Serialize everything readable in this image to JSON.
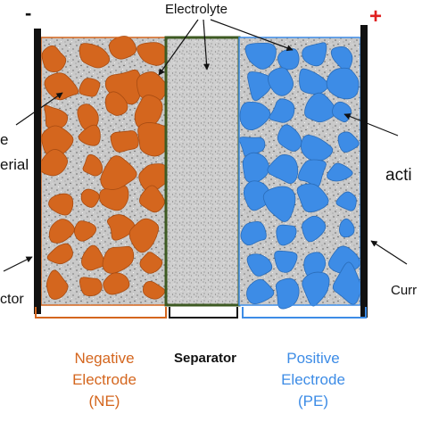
{
  "top_label": "Electrolyte",
  "minus_sign": "-",
  "plus_sign": "+",
  "left_labels": {
    "active_material_1": "e",
    "active_material_2": "erial",
    "collector": "ctor"
  },
  "right_labels": {
    "active": "acti",
    "collector": "Curr"
  },
  "negative": {
    "line1": "Negative",
    "line2": "Electrode",
    "line3": "(NE)"
  },
  "separator": "Separator",
  "positive": {
    "line1": "Positive",
    "line2": "Electrode",
    "line3": "(PE)"
  },
  "colors": {
    "negative_particles": "#d4661e",
    "positive_particles": "#3d8ce6",
    "separator_border": "#3d5a22",
    "electrolyte": "#b8b8b8",
    "collector": "#111111",
    "minus": "#111111",
    "plus": "#e02020",
    "ne_text": "#d4661e",
    "pe_text": "#3d8ce6"
  }
}
